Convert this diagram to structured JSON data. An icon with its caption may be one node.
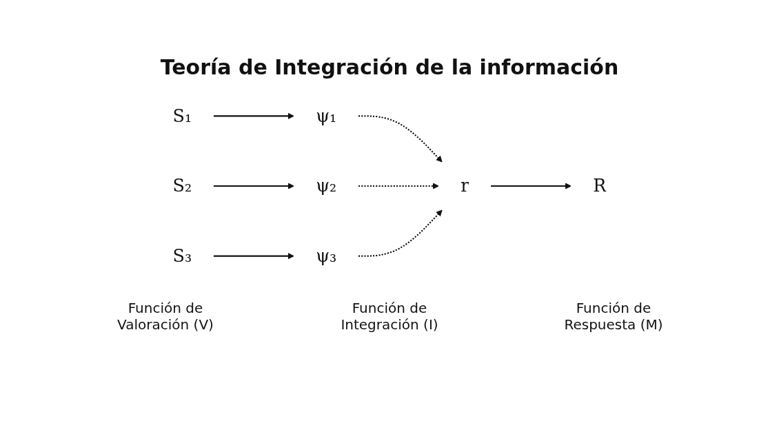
{
  "diagram": {
    "title": "Teoría de Integración de la información",
    "nodes": [
      {
        "text": [
          "S₁"
        ]
      },
      {
        "text": [
          "S₂"
        ]
      },
      {
        "text": [
          "S₃"
        ]
      },
      {
        "text": [
          "ψ₁"
        ]
      },
      {
        "text": [
          "ψ₂"
        ]
      },
      {
        "text": [
          "ψ₃"
        ]
      },
      {
        "text": [
          "r"
        ]
      },
      {
        "text": [
          "R"
        ]
      }
    ],
    "edges": [
      {
        "from": 0,
        "to": 3,
        "arrow": "to"
      },
      {
        "from": 1,
        "to": 4,
        "arrow": "to"
      },
      {
        "from": 2,
        "to": 5,
        "arrow": "to"
      },
      {
        "from": 3,
        "to": 6,
        "arrow": "to",
        "style": "dashed"
      },
      {
        "from": 4,
        "to": 6,
        "arrow": "to",
        "style": "dashed"
      },
      {
        "from": 5,
        "to": 6,
        "arrow": "to",
        "style": "dashed"
      },
      {
        "from": 6,
        "to": 7,
        "arrow": "to"
      }
    ],
    "labels": [
      "Función de Valoración (V)",
      "Función de Integración (I)",
      "Función de Respuesta (M)"
    ]
  }
}
